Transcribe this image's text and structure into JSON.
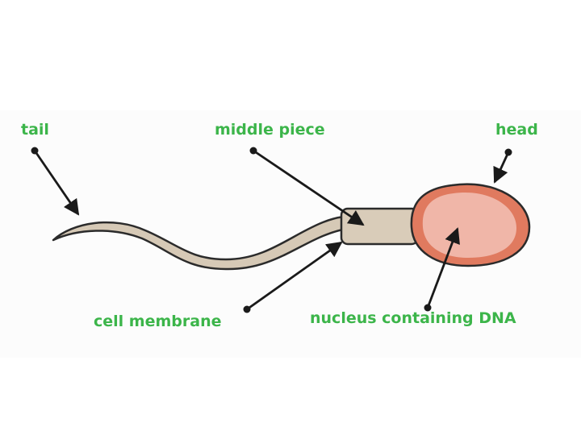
{
  "diagram": {
    "labels": {
      "tail": "tail",
      "middle_piece": "middle piece",
      "head": "head",
      "cell_membrane": "cell membrane",
      "nucleus": "nucleus containing DNA"
    },
    "colors": {
      "label": "#3cb54a",
      "arrow": "#1a1a1a",
      "outline": "#2b2b2b",
      "tail_fill": "#d6c9b6",
      "middle_piece_fill": "#d9ccb9",
      "head_outer": "#e07a5f",
      "head_inner": "#f0b6a8",
      "panel_background": "#fcfcfc"
    }
  }
}
